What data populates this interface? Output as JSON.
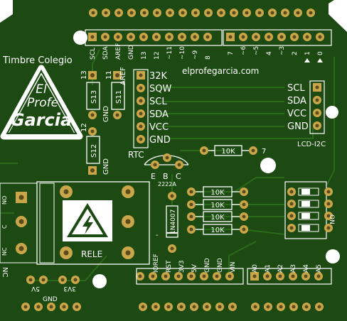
{
  "board": {
    "title": "Timbre Colegio",
    "website": "elprofegarcia.com",
    "logo": {
      "line1": "El",
      "line2": "Profe",
      "line3": "Garcia"
    },
    "colors": {
      "pcb": "#1c4a12",
      "trace": "#2a6a1a",
      "pad": "#c9a64a",
      "padHole": "#5a4a1e",
      "silk": "#ffffff"
    }
  },
  "top_header": {
    "left_labels": [
      "SCL",
      "SDA",
      "AREF",
      "GND",
      "13",
      "12",
      "~11",
      "~10",
      "~9",
      "8"
    ],
    "right_labels": [
      "7",
      "~6",
      "~5",
      "4",
      "~3",
      "2",
      "1",
      "0"
    ]
  },
  "rtc": {
    "label": "RTC",
    "pins": [
      "32K",
      "SQW",
      "SCL",
      "SDA",
      "VCC",
      "GND"
    ]
  },
  "lcd": {
    "label": "LCD-I2C",
    "pins": [
      "SCL",
      "SDA",
      "VCC",
      "GND"
    ]
  },
  "transistor": {
    "pins": [
      "E",
      "B",
      "C"
    ],
    "part": "2222A"
  },
  "resistors": {
    "top": {
      "value": "10K",
      "pin_label": "7"
    },
    "stack": [
      "10K",
      "10K",
      "10K",
      "10K"
    ]
  },
  "dip_switch": {
    "label": "ON"
  },
  "diode": {
    "part": "1N4007"
  },
  "relay": {
    "label": "RELE",
    "terminals": [
      "NO",
      "C",
      "NC"
    ]
  },
  "pushbuttons": [
    {
      "label": "S13",
      "pin": "13"
    },
    {
      "label": "S11",
      "pin": "11"
    },
    {
      "label": "S12",
      "pin": "12"
    }
  ],
  "gnd_label": "GND",
  "aref_label": "AREF",
  "bottom_power": {
    "labels": [
      "IOREF",
      "RST",
      "3V3",
      "5V",
      "GND",
      "GND",
      "VIN"
    ]
  },
  "bottom_analog": {
    "labels": [
      "A0",
      "A1",
      "A2",
      "A3",
      "A4",
      "A5"
    ]
  },
  "bottom_left": {
    "nc_label": "NC",
    "v5": "5V",
    "v33": "3V3",
    "gnd": "GND"
  }
}
